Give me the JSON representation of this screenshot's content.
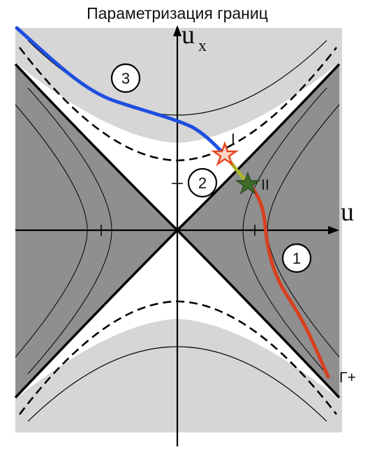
{
  "title": "Параметризация границ",
  "axes": {
    "x_label": "u",
    "y_label": "u",
    "y_label_subscript": "x"
  },
  "regions": [
    {
      "id": "region-1",
      "label": "1"
    },
    {
      "id": "region-2",
      "label": "2"
    },
    {
      "id": "region-3",
      "label": "3"
    }
  ],
  "points": [
    {
      "id": "point-I",
      "label": "I",
      "color": "#e8451e"
    },
    {
      "id": "point-II",
      "label": "II",
      "color": "#3e6b2a"
    }
  ],
  "curve_label": "Γ+",
  "colors": {
    "light_gray": "#d6d6d6",
    "dark_gray": "#8f8f8f",
    "white": "#ffffff",
    "blue_path": "#1f4fe0",
    "green_path": "#a9b526",
    "red_path": "#d8401f",
    "line": "#000000"
  }
}
